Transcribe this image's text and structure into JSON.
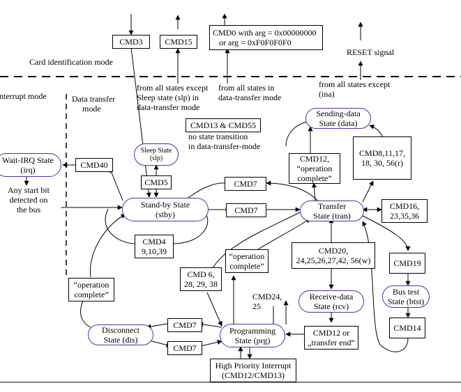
{
  "top": {
    "cmd3": "CMD3",
    "cmd15": "CMD15",
    "cmd0": "CMD0 with arg = 0x00000000\n   or arg = 0xF0F0F0F0",
    "reset_signal": "RESET signal",
    "card_identification_mode": "Card identification mode",
    "from_sleep": "from all states except\nSleep state (slp) in\ndata-transfer mode",
    "from_data_transfer": "from all states in\ndata-transfer mode",
    "from_except_ina": "from all states except\n(ina)"
  },
  "modes": {
    "interrupt_mode": "Interrupt mode",
    "data_transfer_mode": "Data transfer\n     mode"
  },
  "notes": {
    "cmd13_55": "no state transition\nin data-transfer-mode",
    "cmd13_55_title": "CMD13 & CMD55",
    "any_start_bit": "Any start bit\ndetected on\nthe bus",
    "cmd24_25": "CMD24,\n25"
  },
  "states": {
    "wait_irq": "Wait-IRQ State\n(irq)",
    "sleep": "Sleep State\n(slp)",
    "standby": "Stand-by State\n(stby)",
    "sending_data": "Sending-data\nState (data)",
    "transfer": "Transfer\nState (tran)",
    "receive_data": "Receive-data\nState (rcv)",
    "bus_test": "Bus test\nState (btst)",
    "disconnect": "Disconnect\nState (dis)",
    "programming": "Programming\nState (prg)"
  },
  "commands": {
    "cmd40": "CMD40",
    "cmd5": "CMD5",
    "cmd7_a": "CMD7",
    "cmd7_b": "CMD7",
    "cmd7_c": "CMD7",
    "cmd7_d": "CMD7",
    "cmd4": "CMD4\n9,10,39",
    "cmd12_op": "CMD12,\n“operation\ncomplete”",
    "cmd8": "CMD8,11,17,\n18, 30, 56(r)",
    "cmd16": "CMD16,\n23,35,36",
    "cmd20": "CMD20,\n24,25,26,27,42, 56(w)",
    "cmd19": "CMD19",
    "cmd14": "CMD14",
    "cmd6": "CMD 6,\n28, 29, 38",
    "op_complete_1": "“operation\ncomplete”",
    "op_complete_2": "“operation\ncomplete”",
    "cmd12_end": "CMD12 or\n„transfer end“",
    "high_priority": "High Priority Interrupt\n(CMD12/CMD13)"
  },
  "colors": {
    "state_border": "#3a3aa8",
    "line": "#000000"
  }
}
